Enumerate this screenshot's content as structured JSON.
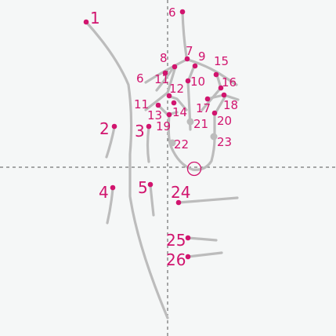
{
  "diagram": {
    "title": "",
    "colors": {
      "background": "#f5f7f7",
      "stroke": "#bcbcbc",
      "marker": "#d1146e",
      "guide": "#555555"
    },
    "markers": [
      "1",
      "2",
      "3",
      "4",
      "5",
      "6",
      "6",
      "7",
      "8",
      "9",
      "10",
      "11",
      "11",
      "12",
      "13",
      "14",
      "15",
      "16",
      "17",
      "18",
      "19",
      "20",
      "21",
      "22",
      "23",
      "24",
      "25",
      "26"
    ]
  }
}
